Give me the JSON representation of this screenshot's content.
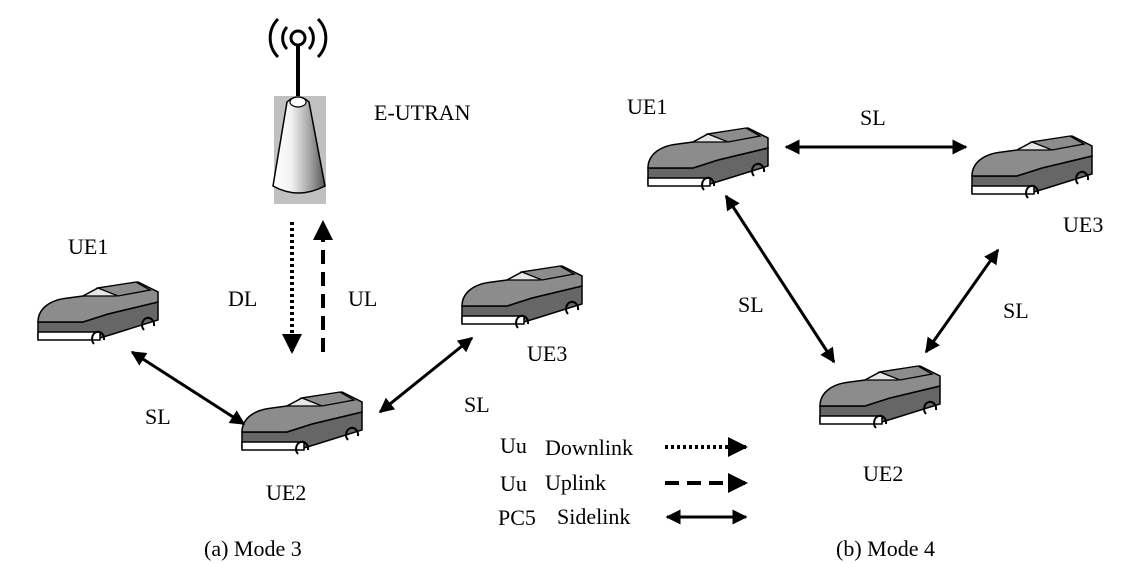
{
  "mode3": {
    "base_station_label": "E-UTRAN",
    "ue1": "UE1",
    "ue2": "UE2",
    "ue3": "UE3",
    "dl_label": "DL",
    "ul_label": "UL",
    "sl_left": "SL",
    "sl_right": "SL",
    "caption": "(a) Mode 3"
  },
  "legend": {
    "rows": [
      {
        "interface": "Uu",
        "name": "Downlink",
        "line_style": "dotted"
      },
      {
        "interface": "Uu",
        "name": "Uplink",
        "line_style": "dashed"
      },
      {
        "interface": "PC5",
        "name": "Sidelink",
        "line_style": "solid-double-arrow"
      }
    ]
  },
  "mode4": {
    "ue1": "UE1",
    "ue2": "UE2",
    "ue3": "UE3",
    "sl_top": "SL",
    "sl_left": "SL",
    "sl_right": "SL",
    "caption": "(b) Mode 4"
  },
  "colors": {
    "car_body": "#7f7f7f",
    "car_top": "#a6a6a6",
    "car_window": "#e8e8e8",
    "tower_gray": "#c0c0c0",
    "line": "#000000"
  },
  "icons": [
    "antenna-icon",
    "base-station-tower-icon",
    "car-icon"
  ]
}
